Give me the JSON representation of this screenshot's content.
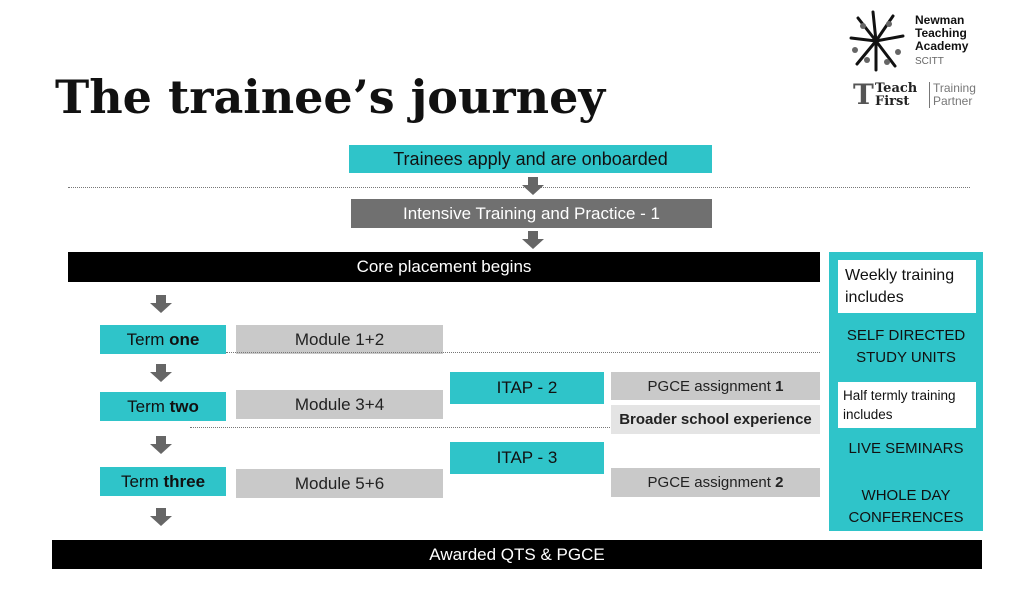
{
  "title": "The trainee’s journey",
  "logo": {
    "name": "Newman Teaching Academy",
    "sub": "SCITT",
    "partner_brand": "Teach First",
    "partner_label": "Training Partner"
  },
  "flow": {
    "apply": "Trainees apply and are onboarded",
    "intensive": "Intensive Training and Practice - 1",
    "core": "Core placement begins",
    "awarded": "Awarded QTS & PGCE"
  },
  "terms": [
    {
      "prefix": "Term ",
      "bold": "one",
      "module": "Module 1+2"
    },
    {
      "prefix": "Term ",
      "bold": "two",
      "module": "Module 3+4"
    },
    {
      "prefix": "Term ",
      "bold": "three",
      "module": "Module 5+6"
    }
  ],
  "itap": [
    "ITAP - 2",
    "ITAP - 3"
  ],
  "pgce": [
    {
      "label": "PGCE assignment ",
      "num": "1"
    },
    {
      "label": "PGCE assignment ",
      "num": "2"
    }
  ],
  "broader": "Broader school experience",
  "panel": {
    "weekly": "Weekly training includes",
    "self_directed": "SELF DIRECTED STUDY UNITS",
    "half_termly": "Half termly training includes",
    "live": "LIVE SEMINARS",
    "whole_day": "WHOLE DAY CONFERENCES"
  }
}
